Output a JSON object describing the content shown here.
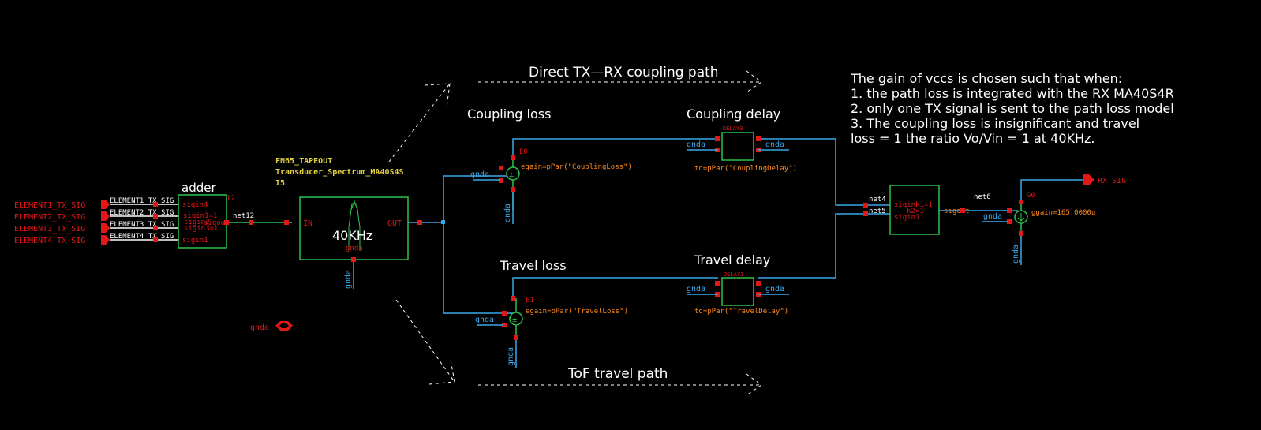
{
  "paths": {
    "direct": "Direct TX—RX coupling path",
    "tof": "ToF travel path"
  },
  "note": [
    "The gain of vccs is chosen such that when:",
    "1. the path loss is integrated with the RX MA40S4R",
    "2. only one TX signal is sent to the path loss model",
    "3. The coupling loss is insignificant and travel",
    "loss = 1 the ratio Vo/Vin = 1 at 40KHz."
  ],
  "inputs": {
    "pins": [
      "ELEMENT1_TX_SIG",
      "ELEMENT2_TX_SIG",
      "ELEMENT3_TX_SIG",
      "ELEMENT4_TX_SIG"
    ],
    "wires": [
      "ELEMENT1_TX_SIG",
      "ELEMENT2_TX_SIG",
      "ELEMENT3_TX_SIG",
      "ELEMENT4_TX_SIG"
    ]
  },
  "adder": {
    "title": "adder",
    "inst": "I2",
    "ports": [
      "sigin4",
      "sigin1=1",
      "sigin2",
      "sigin3=1",
      "sigin1"
    ],
    "overlay": "sigout",
    "out_net": "net12"
  },
  "transducer": {
    "lib": "FN65_TAPEOUT",
    "cell": "Transducer_Spectrum_MA40S4S",
    "inst": "I5",
    "label": "40KHz",
    "in_port": "IN",
    "out_port": "OUT",
    "gnd_port": "gnda",
    "gnd_label": "gnda"
  },
  "coupling_loss": {
    "title": "Coupling loss",
    "inst": "E0",
    "param": "egain=pPar(\"CouplingLoss\")",
    "gnd_side": "gnda",
    "gnd_bottom": "gnda"
  },
  "coupling_delay": {
    "title": "Coupling delay",
    "inst": "DELAY0",
    "param": "td=pPar(\"CouplingDelay\")",
    "gnd_left": "gnda",
    "gnd_right": "gnda"
  },
  "travel_loss": {
    "title": "Travel loss",
    "inst": "E1",
    "param": "egain=pPar(\"TravelLoss\")",
    "gnd_side": "gnda",
    "gnd_bottom": "gnda"
  },
  "travel_delay": {
    "title": "Travel delay",
    "inst": "DELAY1",
    "param": "td=pPar(\"TravelDelay\")",
    "gnd_left": "gnda",
    "gnd_right": "gnda"
  },
  "summer": {
    "net_top": "net4",
    "net_bottom": "net5",
    "ports": [
      "sigink1=1",
      "k2=1",
      "sigin1"
    ],
    "out_port": "sigout",
    "out_net": "net6"
  },
  "vccs": {
    "inst": "G0",
    "param": "ggain=165.0000u",
    "gnd_side": "gnda",
    "gnd_bottom": "gnda",
    "out_pin": "RX_SIG"
  },
  "global_gnd": "gnda",
  "colors": {
    "background": "#000000",
    "wire": "#3aa8e8",
    "symbol": "#2ec24a",
    "pin": "#e01818",
    "param": "#ff8a1c",
    "instance_label": "#e0d040",
    "text": "#ffffff"
  }
}
